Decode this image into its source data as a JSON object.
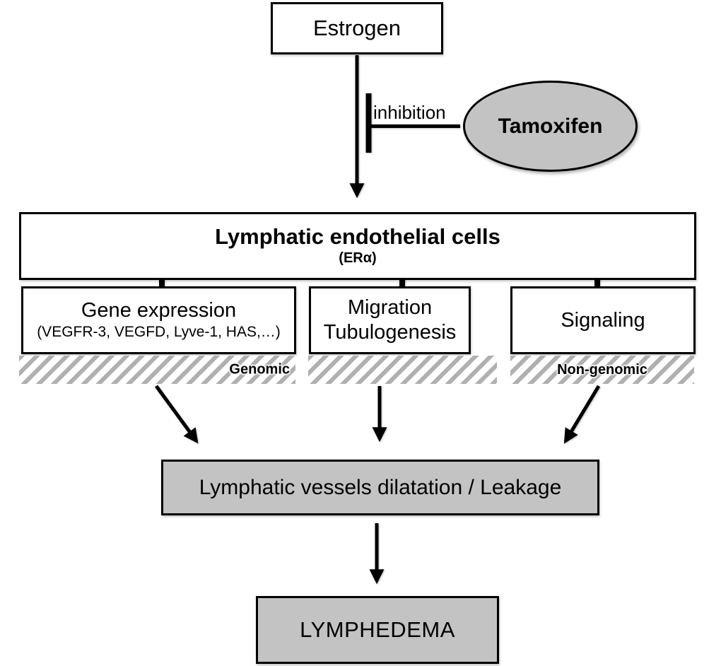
{
  "diagram": {
    "nodes": {
      "estrogen": {
        "label": "Estrogen",
        "shape": "rectangle",
        "fill": "white"
      },
      "tamoxifen": {
        "label": "Tamoxifen",
        "shape": "ellipse",
        "fill": "gray"
      },
      "inhibition": {
        "label": "inhibition"
      },
      "lec": {
        "title": "Lymphatic endothelial cells",
        "subtitle": "(ERα)",
        "shape": "rectangle",
        "fill": "white"
      },
      "gene_expression": {
        "title": "Gene expression",
        "subtitle": "(VEGFR-3, VEGFD, Lyve-1, HAS,…)",
        "shape": "rectangle",
        "fill": "white"
      },
      "migration": {
        "line1": "Migration",
        "line2": "Tubulogenesis",
        "shape": "rectangle",
        "fill": "white"
      },
      "signaling": {
        "label": "Signaling",
        "shape": "rectangle",
        "fill": "white"
      },
      "genomic": {
        "label": "Genomic"
      },
      "non_genomic": {
        "label": "Non-genomic"
      },
      "dilatation": {
        "label": "Lymphatic vessels dilatation / Leakage",
        "shape": "rectangle",
        "fill": "gray"
      },
      "lymphedema": {
        "label": "LYMPHEDEMA",
        "shape": "rectangle",
        "fill": "gray"
      }
    },
    "edges": [
      {
        "from": "Estrogen",
        "to": "Lymphatic endothelial cells",
        "type": "arrow"
      },
      {
        "from": "Tamoxifen",
        "to": "Estrogen → Lymphatic endothelial cells",
        "type": "inhibition",
        "label": "inhibition"
      },
      {
        "from": "Lymphatic endothelial cells",
        "to": "Gene expression",
        "type": "tick-connector"
      },
      {
        "from": "Lymphatic endothelial cells",
        "to": "Migration Tubulogenesis",
        "type": "tick-connector"
      },
      {
        "from": "Lymphatic endothelial cells",
        "to": "Signaling",
        "type": "tick-connector"
      },
      {
        "from": "Gene expression (Genomic)",
        "to": "Lymphatic vessels dilatation / Leakage",
        "type": "arrow"
      },
      {
        "from": "Migration Tubulogenesis (Genomic)",
        "to": "Lymphatic vessels dilatation / Leakage",
        "type": "arrow"
      },
      {
        "from": "Signaling (Non-genomic)",
        "to": "Lymphatic vessels dilatation / Leakage",
        "type": "arrow"
      },
      {
        "from": "Lymphatic vessels dilatation / Leakage",
        "to": "LYMPHEDEMA",
        "type": "arrow"
      }
    ],
    "colors": {
      "node_fill_gray": "#c3c3c3",
      "hatch_stripe_gray": "#b0b0b0",
      "outline_black": "#000000",
      "background_white": "#ffffff"
    }
  }
}
